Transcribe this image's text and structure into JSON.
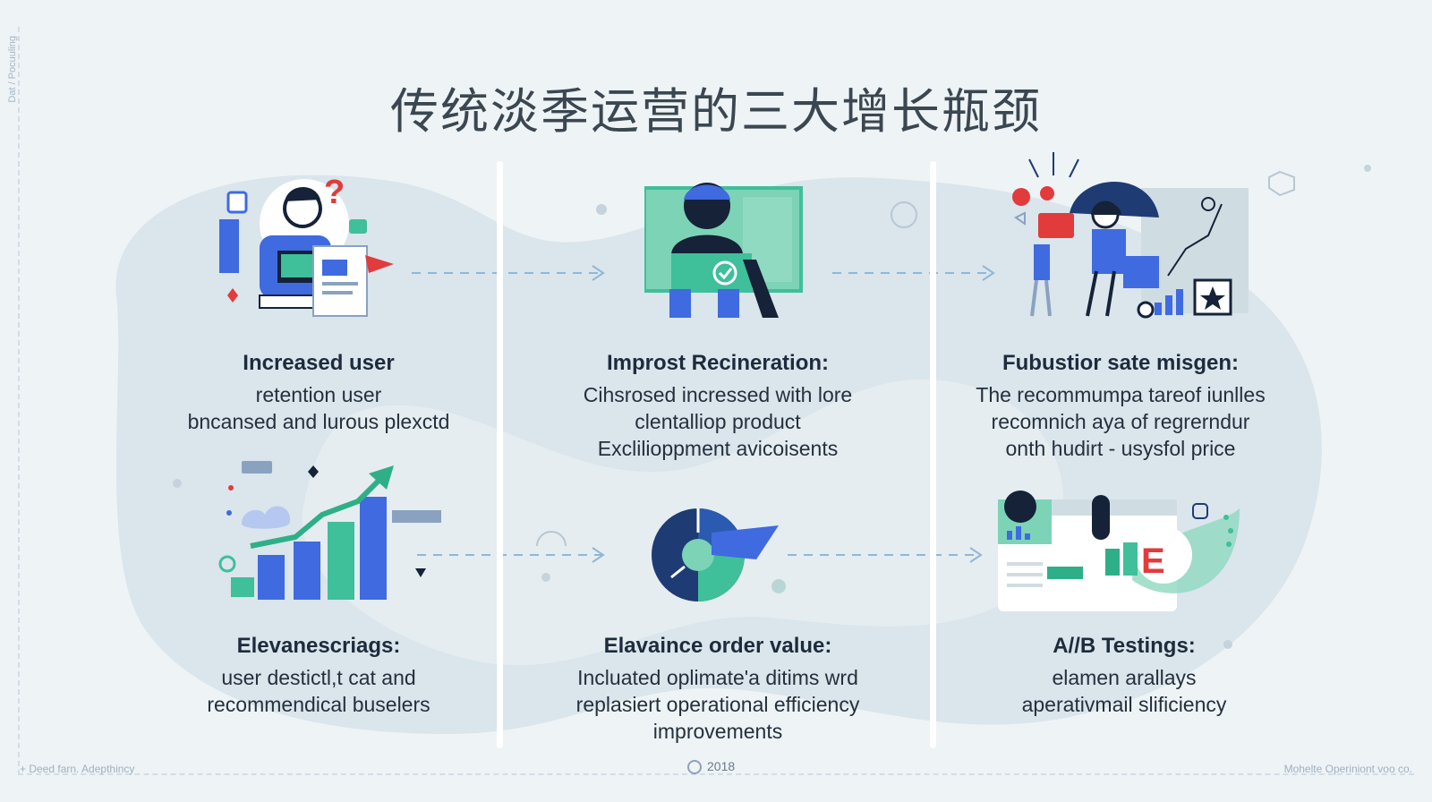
{
  "title": "传统淡季运营的三大增长瓶颈",
  "cards": [
    {
      "heading": "Increased user",
      "lines": [
        "retention user",
        "bncansed and lurous plexctd"
      ]
    },
    {
      "heading": "Improst Recineration:",
      "lines": [
        "Cihsrosed incressed with lore",
        "clentalliop product",
        "Exclilioppment avicoisents"
      ]
    },
    {
      "heading": "Fubustior sate misgen:",
      "lines": [
        "The recommumpa tareof iunlles",
        "recomnich aya of regrerndur",
        "onth hudirt - usysfol price"
      ]
    },
    {
      "heading": "Elevanescriags:",
      "lines": [
        "user destictl,t cat and",
        "recommendical buselers"
      ]
    },
    {
      "heading": "Elavaince order value:",
      "lines": [
        "Incluated oplimate'a ditims wrd",
        "replasiert operational efficiency",
        "improvements"
      ]
    },
    {
      "heading": "A//B Testings:",
      "lines": [
        "elamen arallays",
        "aperativmail slificiency"
      ]
    }
  ],
  "footer": {
    "left": "+ Deed farn. Adepthincy",
    "center": "2018",
    "right": "Mohelte Operiniont voo co."
  },
  "side_text": "Dat / Pocuuling",
  "colors": {
    "navy": "#1f3b73",
    "royal_blue": "#3f6ae0",
    "teal": "#3fbf9a",
    "mint": "#7dd3b6",
    "red": "#e23b3b",
    "bg_blob": "#d6e2ea"
  }
}
